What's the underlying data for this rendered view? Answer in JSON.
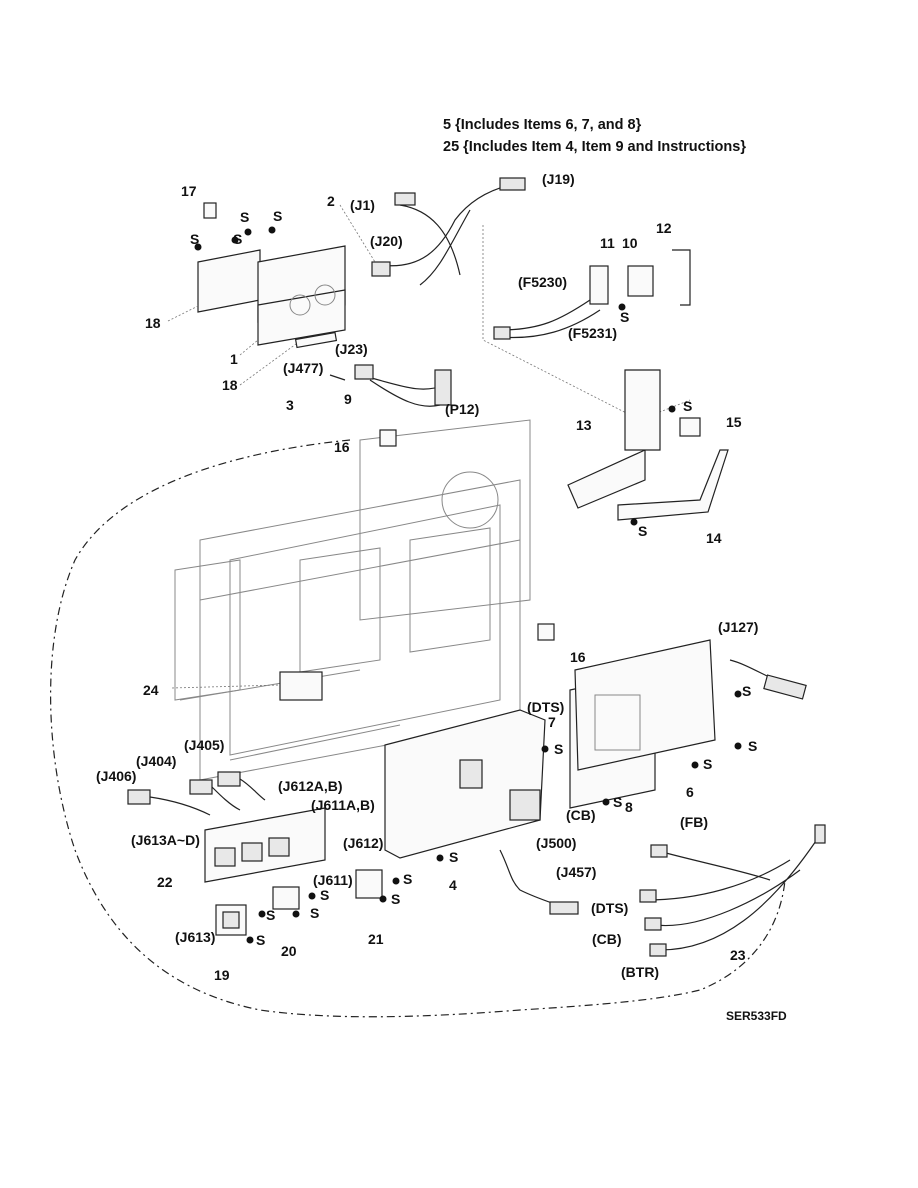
{
  "header": {
    "line1": "5 {Includes Items 6, 7, and 8}",
    "line2": "25 {Includes Item 4, Item 9 and Instructions}"
  },
  "figure_id": "SER533FD",
  "labels": {
    "n1": "1",
    "n2": "2",
    "n3": "3",
    "n4": "4",
    "n6": "6",
    "n7": "7",
    "n8": "8",
    "n9": "9",
    "n10": "10",
    "n11": "11",
    "n12": "12",
    "n13": "13",
    "n14": "14",
    "n15": "15",
    "n16a": "16",
    "n16b": "16",
    "n17": "17",
    "n18a": "18",
    "n18b": "18",
    "n19": "19",
    "n20": "20",
    "n21": "21",
    "n22": "22",
    "n23": "23",
    "n24": "24",
    "j1": "(J1)",
    "j19": "(J19)",
    "j20": "(J20)",
    "j23": "(J23)",
    "j477": "(J477)",
    "p12": "(P12)",
    "f5230": "(F5230)",
    "f5231": "(F5231)",
    "j127": "(J127)",
    "dts1": "(DTS)",
    "dts2": "(DTS)",
    "cb1": "(CB)",
    "cb2": "(CB)",
    "fb": "(FB)",
    "btr": "(BTR)",
    "j500": "(J500)",
    "j457": "(J457)",
    "j405": "(J405)",
    "j404": "(J404)",
    "j406": "(J406)",
    "j612ab": "(J612A,B)",
    "j611ab": "(J611A,B)",
    "j613ad": "(J613A~D)",
    "j612": "(J612)",
    "j611": "(J611)",
    "j613": "(J613)"
  },
  "screw_label": "S"
}
